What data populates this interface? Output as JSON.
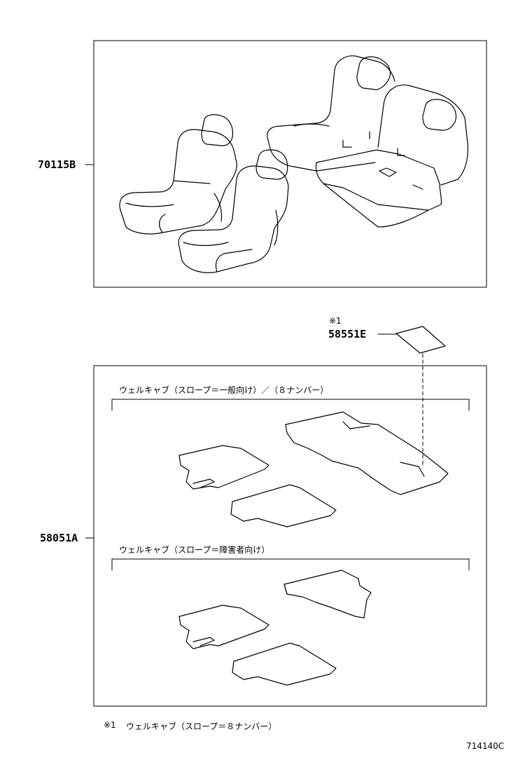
{
  "parts": {
    "seat_cover": "70115B",
    "floor_mat_set": "58051A",
    "slope_mat": "58551E"
  },
  "notes": {
    "mark_prefix": "※1",
    "group1_caption": "ウェルキャブ（スロープ＝一般向け）／（８ナンバー）",
    "group2_caption": "ウェルキャブ（スロープ＝障害者向け）",
    "footnote_mark": "※1",
    "footnote_text": "ウェルキャブ（スロープ＝８ナンバー）"
  },
  "diagram_id": "714140C"
}
